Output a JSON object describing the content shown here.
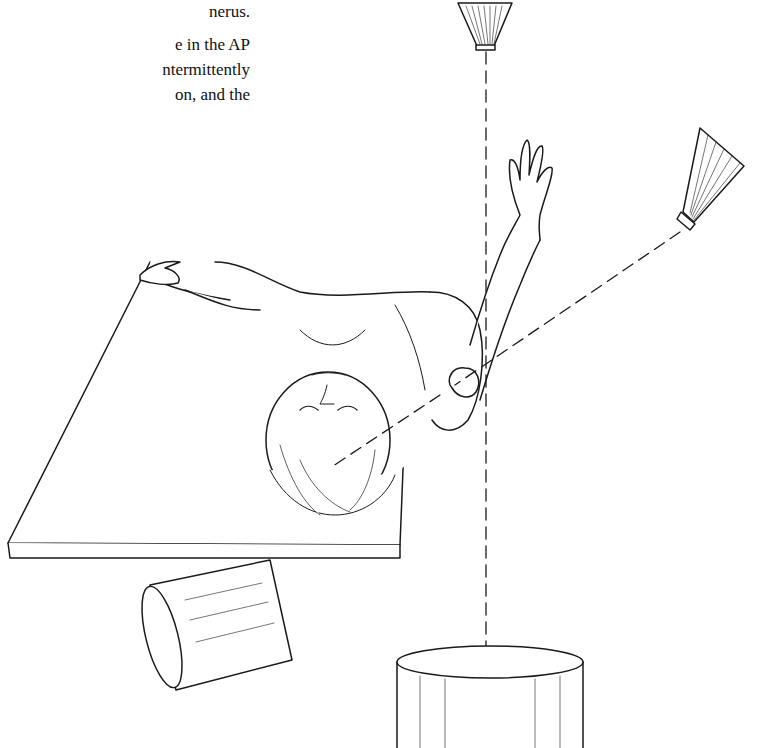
{
  "diagram": {
    "labels": [
      "nerus.",
      "e in the AP",
      "ntermittently",
      "on, and the"
    ]
  }
}
